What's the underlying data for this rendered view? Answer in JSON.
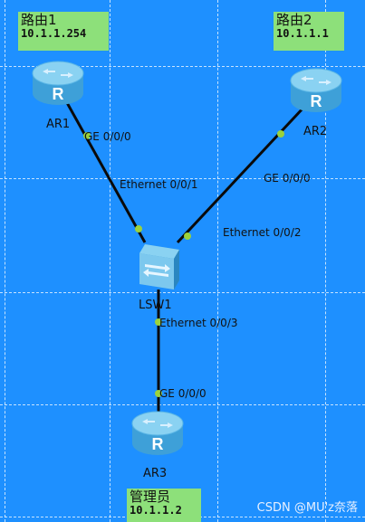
{
  "notes": {
    "router1": {
      "name": "路由1",
      "ip": "10.1.1.254"
    },
    "router2": {
      "name": "路由2",
      "ip": "10.1.1.1"
    },
    "admin": {
      "name": "管理员",
      "ip": "10.1.1.2"
    }
  },
  "devices": {
    "ar1": "AR1",
    "ar2": "AR2",
    "ar3": "AR3",
    "lsw1": "LSW1"
  },
  "ports": {
    "ar1_ge": "GE 0/0/0",
    "sw_e1": "Ethernet 0/0/1",
    "ar2_ge": "GE 0/0/0",
    "sw_e2": "Ethernet 0/0/2",
    "sw_e3": "Ethernet 0/0/3",
    "ar3_ge": "GE 0/0/0"
  },
  "watermark": "CSDN @MU'z奈落",
  "colors": {
    "background": "#1e90ff",
    "note": "#8de07a",
    "link": "#0a0a0a",
    "port_dot": "#9bd23c"
  }
}
